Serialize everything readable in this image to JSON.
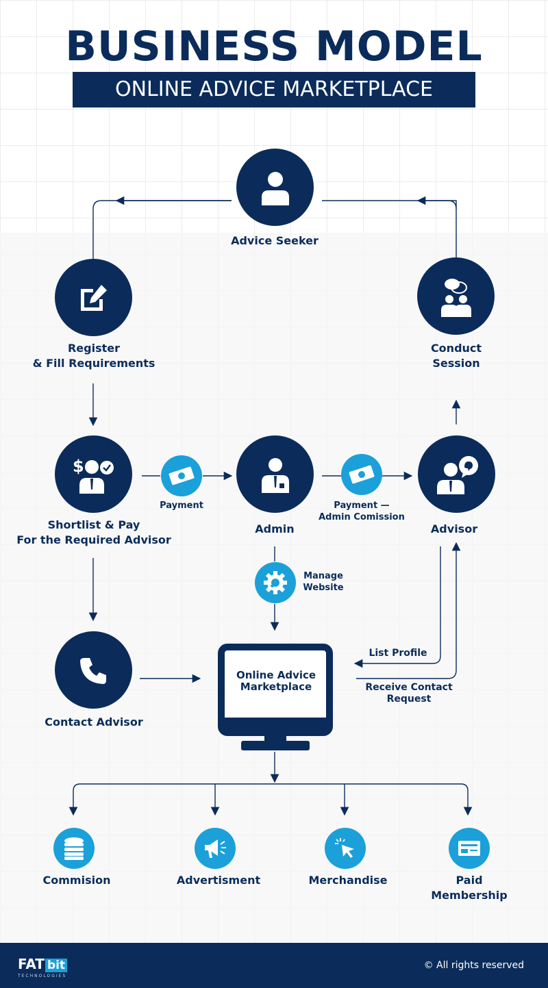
{
  "header": {
    "title": "BUSINESS MODEL",
    "subtitle": "ONLINE ADVICE MARKETPLACE"
  },
  "nodes": {
    "advice_seeker": "Advice Seeker",
    "register_line1": "Register",
    "register_line2": "& Fill Requirements",
    "conduct_line1": "Conduct",
    "conduct_line2": "Session",
    "shortlist_line1": "Shortlist & Pay",
    "shortlist_line2": "For the Required Advisor",
    "admin": "Admin",
    "advisor": "Advisor",
    "contact_advisor": "Contact Advisor",
    "marketplace_line1": "Online Advice",
    "marketplace_line2": "Marketplace"
  },
  "edges": {
    "payment": "Payment",
    "payment_admin_line1": "Payment  —",
    "payment_admin_line2": "Admin Comission",
    "manage_line1": "Manage",
    "manage_line2": "Website",
    "list_profile": "List Profile",
    "receive_line1": "Receive Contact",
    "receive_line2": "Request"
  },
  "revenue": {
    "commision": "Commision",
    "advertisment": "Advertisment",
    "merchandise": "Merchandise",
    "paid_line1": "Paid",
    "paid_line2": "Membership"
  },
  "footer": {
    "logo_main": "FAT",
    "logo_accent": "bit",
    "logo_sub": "TECHNOLOGIES",
    "rights": "© All rights reserved"
  },
  "colors": {
    "navy": "#0b2c5a",
    "accent_blue": "#1ba0d9"
  }
}
